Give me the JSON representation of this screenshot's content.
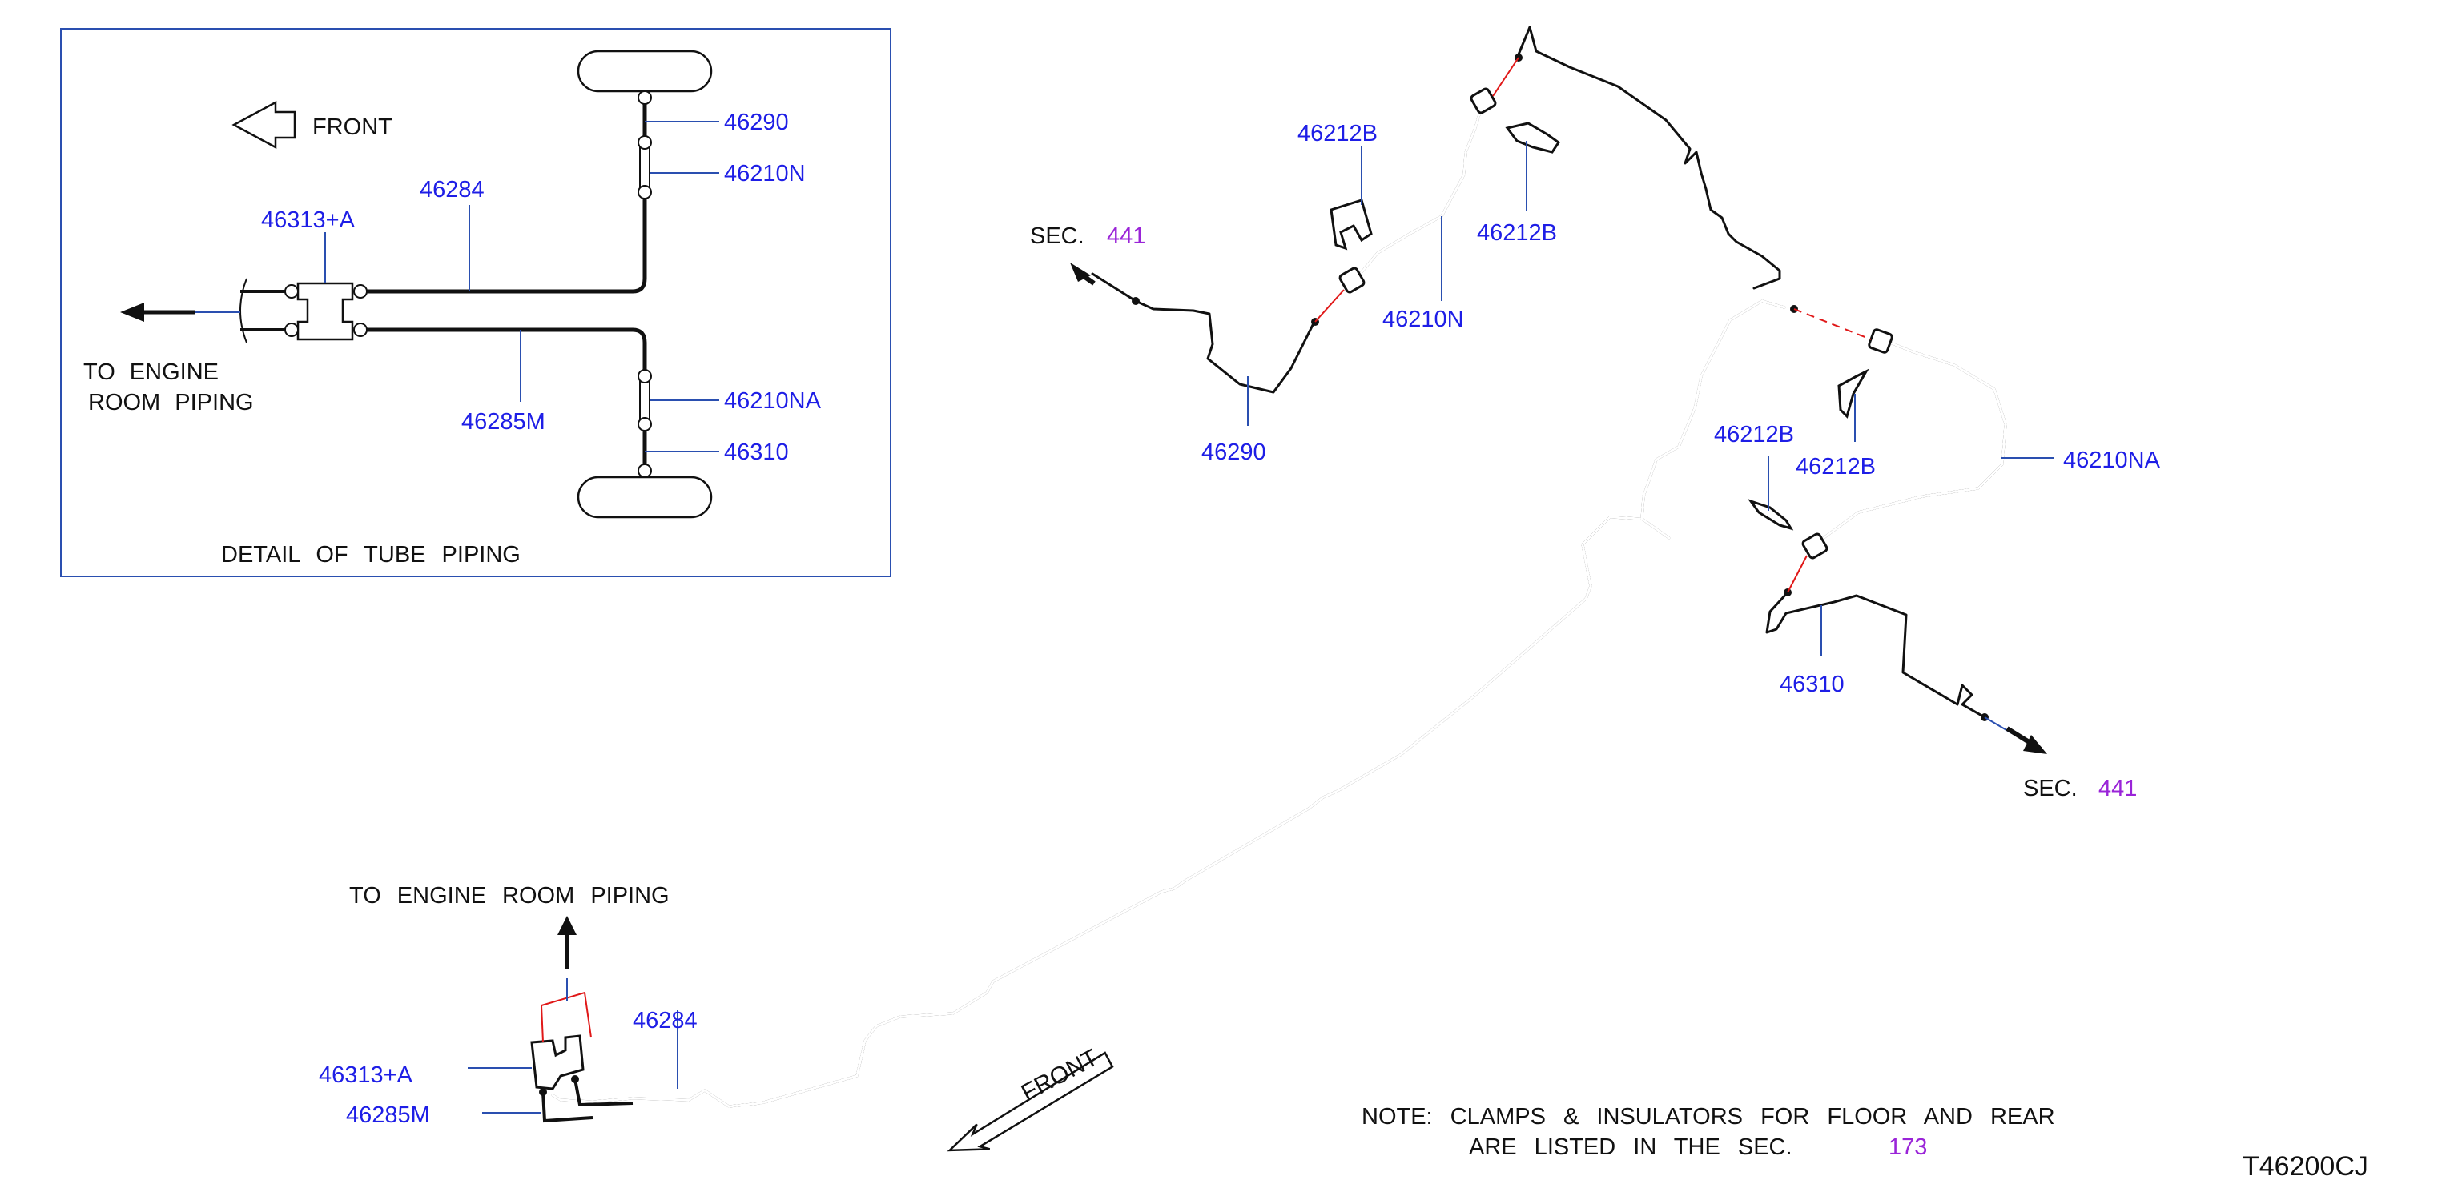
{
  "detail": {
    "front_label": "FRONT",
    "caption": "DETAIL OF TUBE PIPING",
    "to_engine_line1": "TO ENGINE",
    "to_engine_line2": "ROOM PIPING",
    "part_46290": "46290",
    "part_46210N": "46210N",
    "part_46284": "46284",
    "part_46313A": "46313+A",
    "part_46285M": "46285M",
    "part_46210NA": "46210NA",
    "part_46310": "46310"
  },
  "main": {
    "part_46212B_top": "46212B",
    "part_46212B_right": "46212B",
    "part_46210N": "46210N",
    "part_46290": "46290",
    "sec_left_prefix": "SEC.",
    "sec_left_num": "441",
    "part_46212B_mid": "46212B",
    "part_46212B_mid2": "46212B",
    "part_46210NA": "46210NA",
    "part_46310": "46310",
    "sec_right_prefix": "SEC.",
    "sec_right_num": "441",
    "to_engine_room": "TO ENGINE ROOM PIPING",
    "part_46284": "46284",
    "part_46313A": "46313+A",
    "part_46285M": "46285M",
    "front_label": "FRONT",
    "note_line1": "NOTE: CLAMPS & INSULATORS FOR FLOOR AND REAR",
    "note_line2": "ARE LISTED IN THE SEC.",
    "note_sec_num": "173",
    "drawing_code": "T46200CJ"
  },
  "colors": {
    "part_number": "#1e1ee6",
    "section_link": "#9a24d8",
    "detail_frame": "#2a4fb0",
    "cut_line": "#e01818"
  }
}
